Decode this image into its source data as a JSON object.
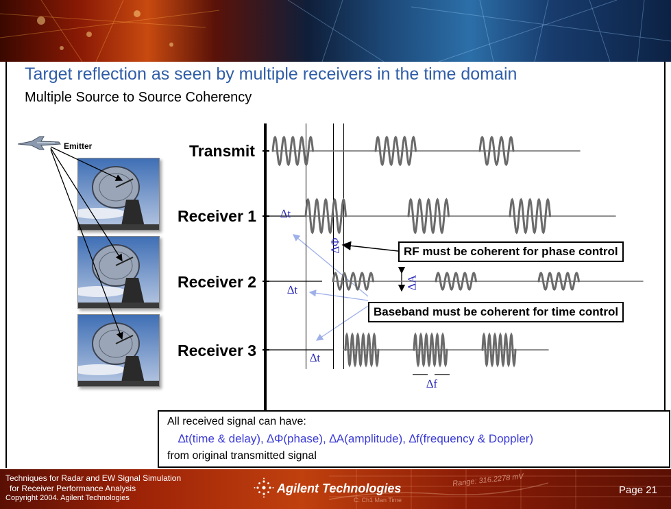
{
  "header": {
    "title": "Target reflection as seen by multiple receivers in the time domain",
    "subtitle": "Multiple Source to Source Coherency"
  },
  "diagram": {
    "emitter_label": "Emitter",
    "rows": [
      {
        "label": "Transmit"
      },
      {
        "label": "Receiver 1",
        "delta": "∆t"
      },
      {
        "label": "Receiver 2",
        "delta": "∆t"
      },
      {
        "label": "Receiver 3",
        "delta": "∆t"
      }
    ],
    "delta_phi": "∆Φ",
    "delta_a": "∆A",
    "delta_f": "∆f",
    "callouts": {
      "rf": "RF must be coherent for phase control",
      "baseband": "Baseband must be coherent for time control"
    }
  },
  "info_box": {
    "line1": "All received signal can have:",
    "line2": "∆t(time & delay), ∆Φ(phase), ∆A(amplitude), ∆f(frequency & Doppler)",
    "line3": "from original transmitted signal"
  },
  "footer": {
    "line1": "Techniques for Radar and EW Signal Simulation",
    "line2": "for Receiver Performance Analysis",
    "line3": "Copyright  2004. Agilent Technologies",
    "brand": "Agilent Technologies",
    "range_text": "Range: 316.2278 mV",
    "small_text": "C: Ch1 Man Time",
    "page": "Page 21"
  },
  "colors": {
    "title": "#2f5da8",
    "delta": "#2e2eb8",
    "arrow": "#9fb0e8",
    "wave": "#6a6a6a"
  }
}
